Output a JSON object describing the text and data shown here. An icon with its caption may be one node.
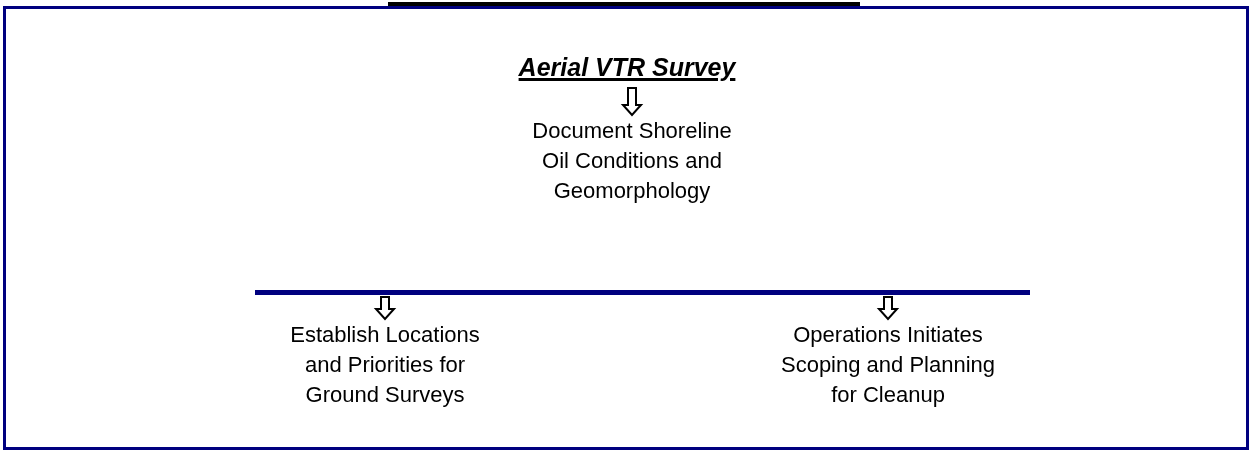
{
  "diagram": {
    "nodes": [
      {
        "text": [],
        "shape": "box"
      },
      {
        "text": [
          "Aerial VTR Survey"
        ],
        "in": 0
      },
      {
        "text": [
          "Document Shoreline Oil Conditions and Geomorphology"
        ],
        "in": 0
      },
      {
        "text": [],
        "shape": "bar",
        "in": 0
      },
      {
        "text": [
          "Establish Locations and Priorities for Ground Surveys"
        ],
        "in": 0
      },
      {
        "text": [
          "Operations Initiates Scoping and Planning for Cleanup"
        ],
        "in": 0
      }
    ],
    "edges": [
      {
        "from": 1,
        "to": 2,
        "arrow": "to"
      },
      {
        "from": 3,
        "to": 4,
        "arrow": "to"
      },
      {
        "from": 3,
        "to": 5,
        "arrow": "to"
      }
    ]
  }
}
